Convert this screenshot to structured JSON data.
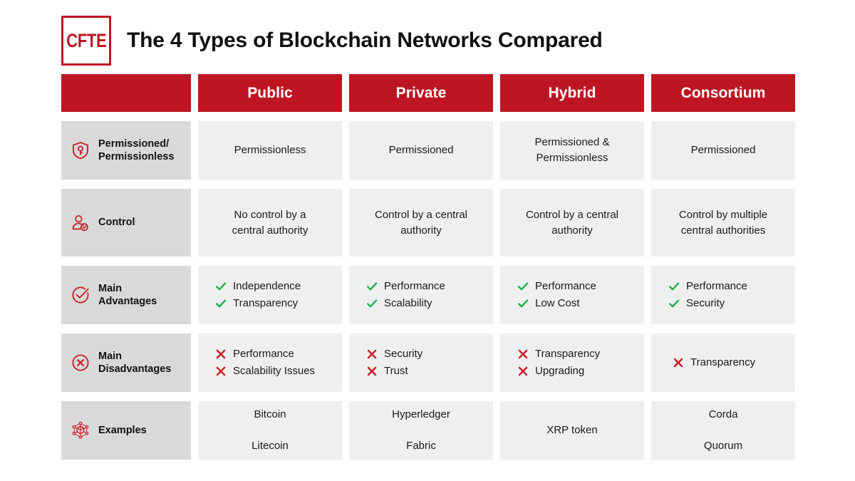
{
  "header": {
    "logo_text": "CFTE",
    "title": "The 4 Types of Blockchain Networks Compared"
  },
  "table": {
    "corner_label": "",
    "columns": [
      {
        "label": "Public"
      },
      {
        "label": "Private"
      },
      {
        "label": "Hybrid"
      },
      {
        "label": "Consortium"
      }
    ],
    "rows": [
      {
        "icon": "shield-key-icon",
        "label": "Permissioned/\nPermissionless",
        "label_line1": "Permissioned/",
        "label_line2": "Permissionless",
        "cells": [
          {
            "text": "Permissionless"
          },
          {
            "text": "Permissioned"
          },
          {
            "text": "Permissioned &\nPermissionless",
            "line1": "Permissioned &",
            "line2": "Permissionless"
          },
          {
            "text": "Permissioned"
          }
        ]
      },
      {
        "icon": "user-check-icon",
        "label": "Control",
        "label_line1": "Control",
        "label_line2": "",
        "cells": [
          {
            "text": "No control by a central authority",
            "line1": "No control by a",
            "line2": "central authority"
          },
          {
            "text": "Control by a central authority",
            "line1": "Control by a central",
            "line2": "authority"
          },
          {
            "text": "Control by a central authority",
            "line1": "Control by a central",
            "line2": "authority"
          },
          {
            "text": "Control by multiple central authorities",
            "line1": "Control by multiple",
            "line2": "central authorities"
          }
        ]
      },
      {
        "icon": "check-circle-icon",
        "label": "Main Advantages",
        "label_line1": "Main",
        "label_line2": "Advantages",
        "mark": "check",
        "cells": [
          {
            "items": [
              "Independence",
              "Transparency"
            ]
          },
          {
            "items": [
              "Performance",
              "Scalability"
            ]
          },
          {
            "items": [
              "Performance",
              "Low Cost"
            ]
          },
          {
            "items": [
              "Performance",
              "Security"
            ]
          }
        ]
      },
      {
        "icon": "x-circle-icon",
        "label": "Main Disadvantages",
        "label_line1": "Main",
        "label_line2": "Disadvantages",
        "mark": "cross",
        "cells": [
          {
            "items": [
              "Performance",
              "Scalability Issues"
            ]
          },
          {
            "items": [
              "Security",
              "Trust"
            ]
          },
          {
            "items": [
              "Transparency",
              "Upgrading"
            ]
          },
          {
            "items": [
              "Transparency"
            ]
          }
        ]
      },
      {
        "icon": "blockchain-node-icon",
        "label": "Examples",
        "label_line1": "Examples",
        "label_line2": "",
        "cells": [
          {
            "line1": "Bitcoin",
            "line2": "Litecoin"
          },
          {
            "line1": "Hyperledger",
            "line2": "Fabric"
          },
          {
            "line1": "XRP token",
            "line2": ""
          },
          {
            "line1": "Corda",
            "line2": "Quorum"
          }
        ]
      }
    ]
  },
  "colors": {
    "brand_red": "#bd1622",
    "header_red": "#bd1622",
    "label_cell_gray": "#d9d9d9",
    "data_cell_gray": "#efefef",
    "check_green": "#17b24a",
    "cross_red": "#c8232c",
    "text_dark": "#111111",
    "page_background": "#ffffff"
  }
}
